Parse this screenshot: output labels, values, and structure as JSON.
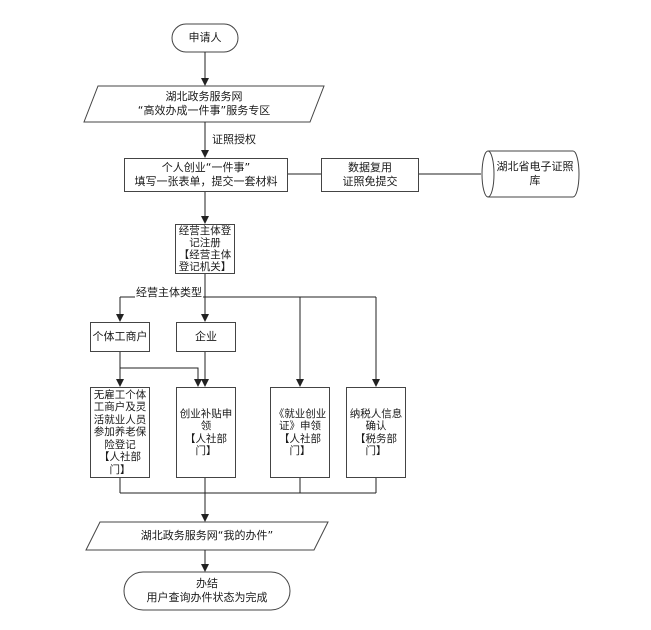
{
  "diagram": {
    "applicant": "申请人",
    "portal": "湖北政务服务网\n“高效办成一件事”服务专区",
    "auth_label": "证照授权",
    "startup_form": "个人创业“一件事”\n填写一张表单，提交一套材料",
    "data_reuse": "数据复用\n证照免提交",
    "license_db": "湖北省电子证照库",
    "registration": "经营主体登\n记注册\n【经营主体\n登记机关】",
    "entity_type_label": "经营主体类型",
    "individual_business": "个体工商户",
    "enterprise": "企业",
    "pension_insurance": "无雇工个体\n工商户及灵\n活就业人员\n参加养老保\n险登记\n【人社部\n门】",
    "subsidy": "创业补贴申\n领\n【人社部\n门】",
    "employment_cert": "《就业创业\n证》申领\n【人社部\n门】",
    "tax_confirm": "纳税人信息\n确认\n【税务部\n门】",
    "my_cases": "湖北政务服务网“我的办件”",
    "finish": "办结\n用户查询办件状态为完成"
  }
}
